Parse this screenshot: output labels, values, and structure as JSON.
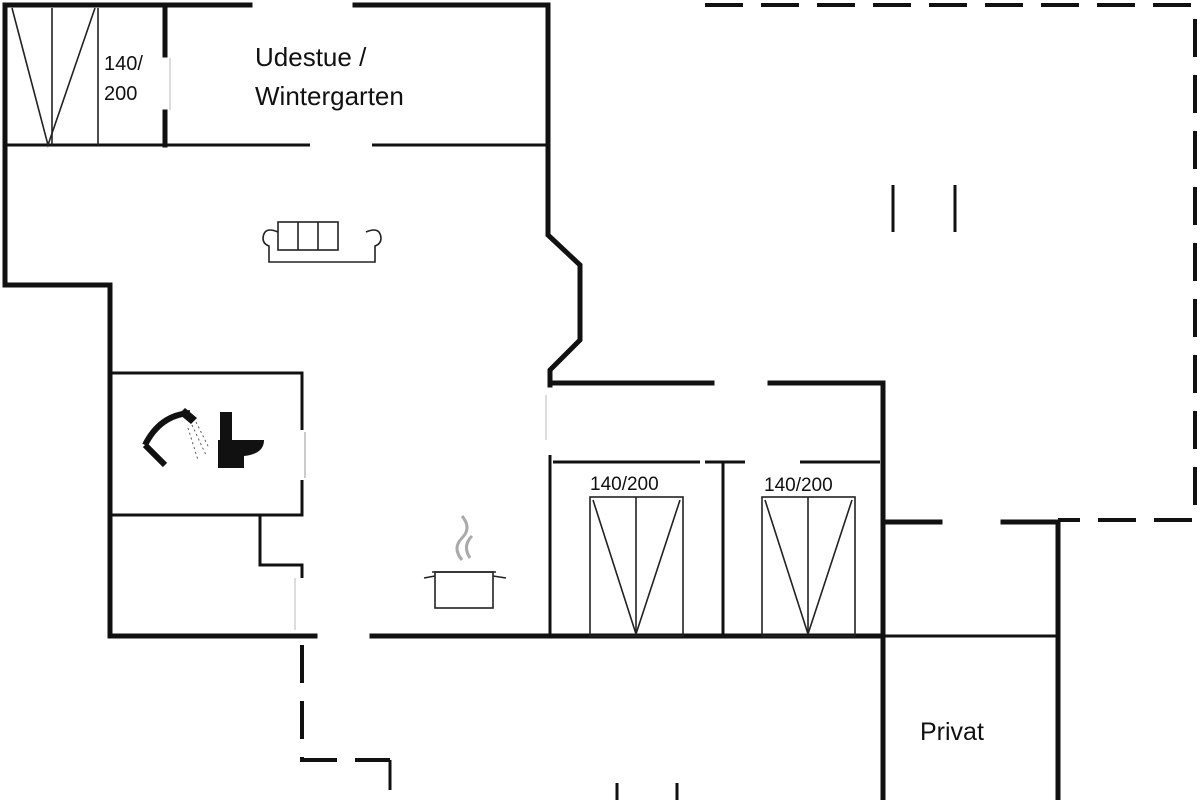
{
  "rooms": {
    "winter_garden_line1": "Udestue /",
    "winter_garden_line2": "Wintergarten",
    "private": "Privat"
  },
  "beds": {
    "top_left_line1": "140/",
    "top_left_line2": "200",
    "bedroom_left": "140/200",
    "bedroom_right": "140/200"
  },
  "colors": {
    "wall": "#111111",
    "background": "#ffffff"
  }
}
